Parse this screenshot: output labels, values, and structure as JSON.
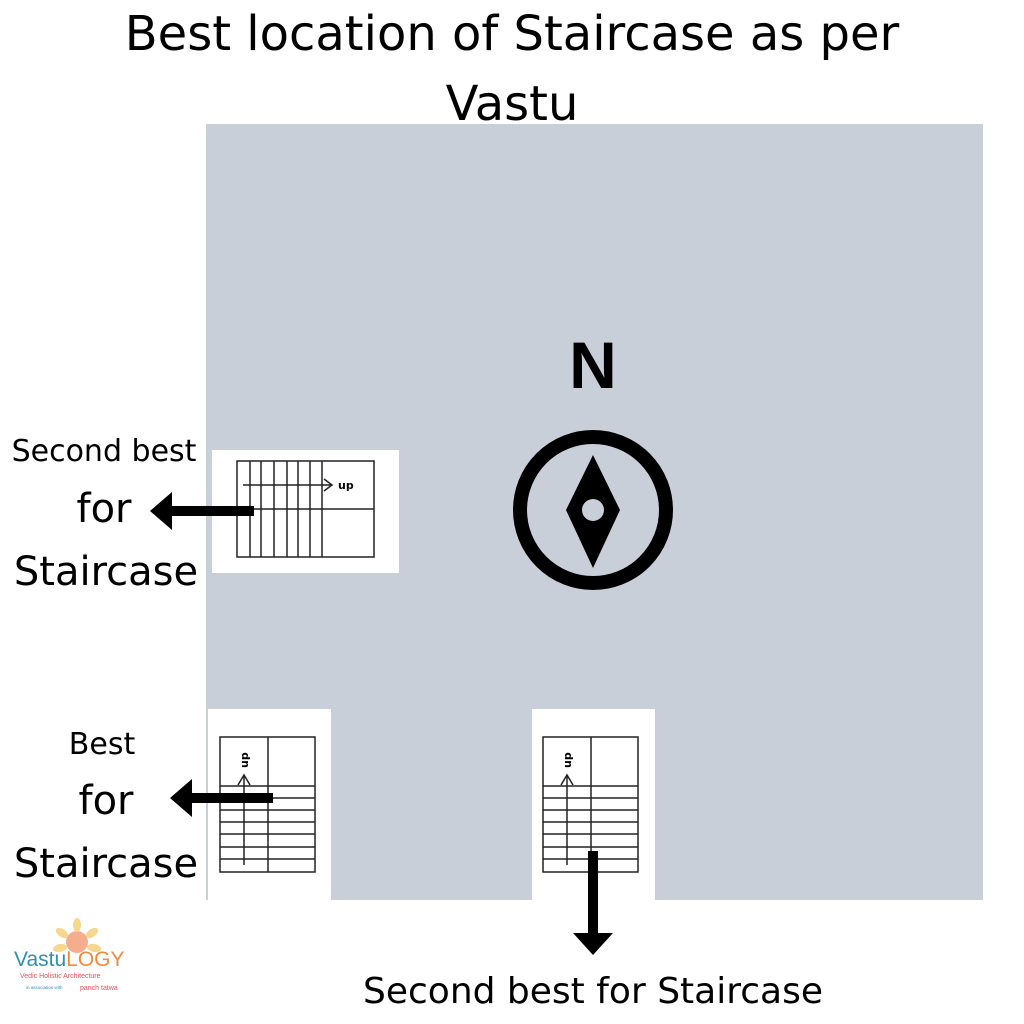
{
  "title": {
    "line1": "Best location of Staircase as per",
    "line2": "Vastu"
  },
  "compass": {
    "north_label": "N"
  },
  "labels": {
    "left_top": {
      "line1": "Second best",
      "line2": "for",
      "line3": "Staircase"
    },
    "left_bottom": {
      "line1": "Best",
      "line2": "for",
      "line3": "Staircase"
    },
    "bottom": "Second best for Staircase"
  },
  "stair_labels": {
    "horizontal": "up",
    "vertical_left": "up",
    "vertical_right": "up"
  },
  "logo": {
    "name_a": "Vastu",
    "name_b": "LOGY",
    "tagline": "Vedic Holistic Architecture",
    "assoc": "in association with",
    "partner": "panch tatwa"
  },
  "colors": {
    "plot": "#c8cfd9",
    "logo_blue": "#2f8fb0",
    "logo_orange": "#f08a3c",
    "logo_red": "#e0505a"
  }
}
